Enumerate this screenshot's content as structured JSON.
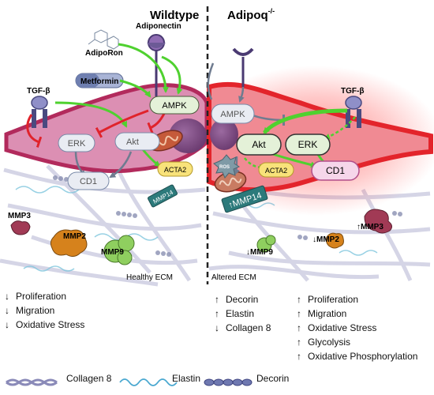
{
  "panels": {
    "wildtype": {
      "title": "Wildtype"
    },
    "knockout": {
      "title_main": "Adipoq",
      "title_sup": "-/-"
    }
  },
  "molecules": {
    "adiporon": "AdipoRon",
    "adiponectin": "Adiponectin",
    "metformin": "Metformin",
    "tgfb_left": "TGF-β",
    "tgfb_right": "TGF-β",
    "ros": "ROS"
  },
  "nodes": {
    "ampk_left": "AMPK",
    "erk_left": "ERK",
    "akt_left": "Akt",
    "cd1_left": "CD1",
    "acta2_left": "ACTA2",
    "mmp14_left": "MMP14",
    "ampk_right": "AMPK",
    "akt_right": "Akt",
    "erk_right": "ERK",
    "cd1_right": "CD1",
    "acta2_right": "ACTA2",
    "mmp14_right": "MMP14"
  },
  "mmps": {
    "mmp3_left": "MMP3",
    "mmp2_left": "MMP2",
    "mmp9_left": "MMP9",
    "mmp9_right": "MMP9",
    "mmp2_right": "MMP2",
    "mmp3_right": "MMP3"
  },
  "ecm": {
    "left": "Healthy ECM",
    "right": "Altered ECM"
  },
  "outcomes_left": [
    {
      "arrow": "↓",
      "label": "Proliferation"
    },
    {
      "arrow": "↓",
      "label": "Migration"
    },
    {
      "arrow": "↓",
      "label": "Oxidative Stress"
    }
  ],
  "outcomes_mid": [
    {
      "arrow": "↑",
      "label": "Decorin"
    },
    {
      "arrow": "↑",
      "label": "Elastin"
    },
    {
      "arrow": "↓",
      "label": "Collagen 8"
    }
  ],
  "outcomes_right": [
    {
      "arrow": "↑",
      "label": "Proliferation"
    },
    {
      "arrow": "↑",
      "label": "Migration"
    },
    {
      "arrow": "↑",
      "label": "Oxidative Stress"
    },
    {
      "arrow": "↑",
      "label": "Glycolysis"
    },
    {
      "arrow": "↑",
      "label": "Oxidative Phosphorylation"
    }
  ],
  "legend": {
    "collagen": "Collagen 8",
    "elastin": "Elastin",
    "decorin": "Decorin"
  },
  "colors": {
    "cell_fill": "#dc8fb3",
    "cell_edge": "#b22a5c",
    "activation": "#4fd12f",
    "inhibition": "#e0232b",
    "node_green": "#e4f1d8",
    "node_gray": "#e9ecf3",
    "node_pink": "#f6d6ea",
    "node_yellow": "#f8e27a",
    "mmp_orange": "#d6821c",
    "mmp_green": "#8fcf5f",
    "mmp_red": "#a13a55",
    "receptor_purple": "#6c5a96",
    "glow_red": "#ff2b2b"
  },
  "icons": [
    "receptor-icon",
    "capsule-icon",
    "mitochondria-icon",
    "nucleus-icon",
    "ros-burst-icon",
    "collagen-icon",
    "elastin-icon",
    "decorin-icon"
  ]
}
